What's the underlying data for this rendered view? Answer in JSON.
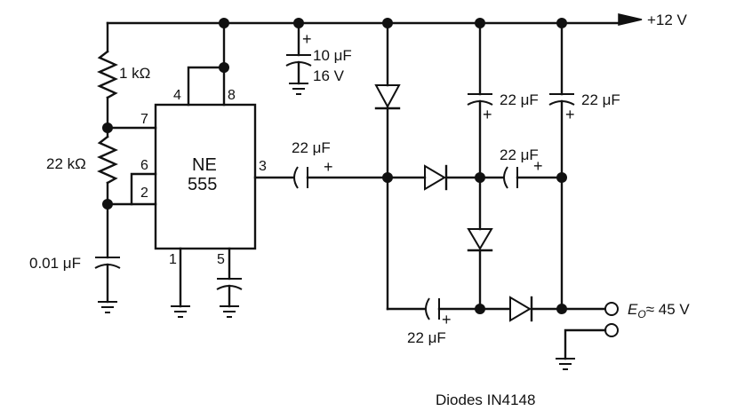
{
  "supply_label": "+12 V",
  "output_label": "≈ 45 V",
  "output_symbol_main": "E",
  "output_symbol_sub": "O",
  "diodes_note": "Diodes IN4148",
  "ic": {
    "line1": "NE",
    "line2": "555"
  },
  "pins": [
    "4",
    "8",
    "7",
    "6",
    "2",
    "3",
    "1",
    "5"
  ],
  "components": {
    "r1": "1 kΩ",
    "r2": "22 kΩ",
    "c_timing": "0.01 μF",
    "c_supply_value": "10 μF",
    "c_supply_voltage": "16 V",
    "c_coupling": "22 μF",
    "c_top_left": "22 μF",
    "c_top_right": "22 μF",
    "c_mid": "22 μF",
    "c_bottom": "22 μF"
  },
  "plus_sign": "+"
}
